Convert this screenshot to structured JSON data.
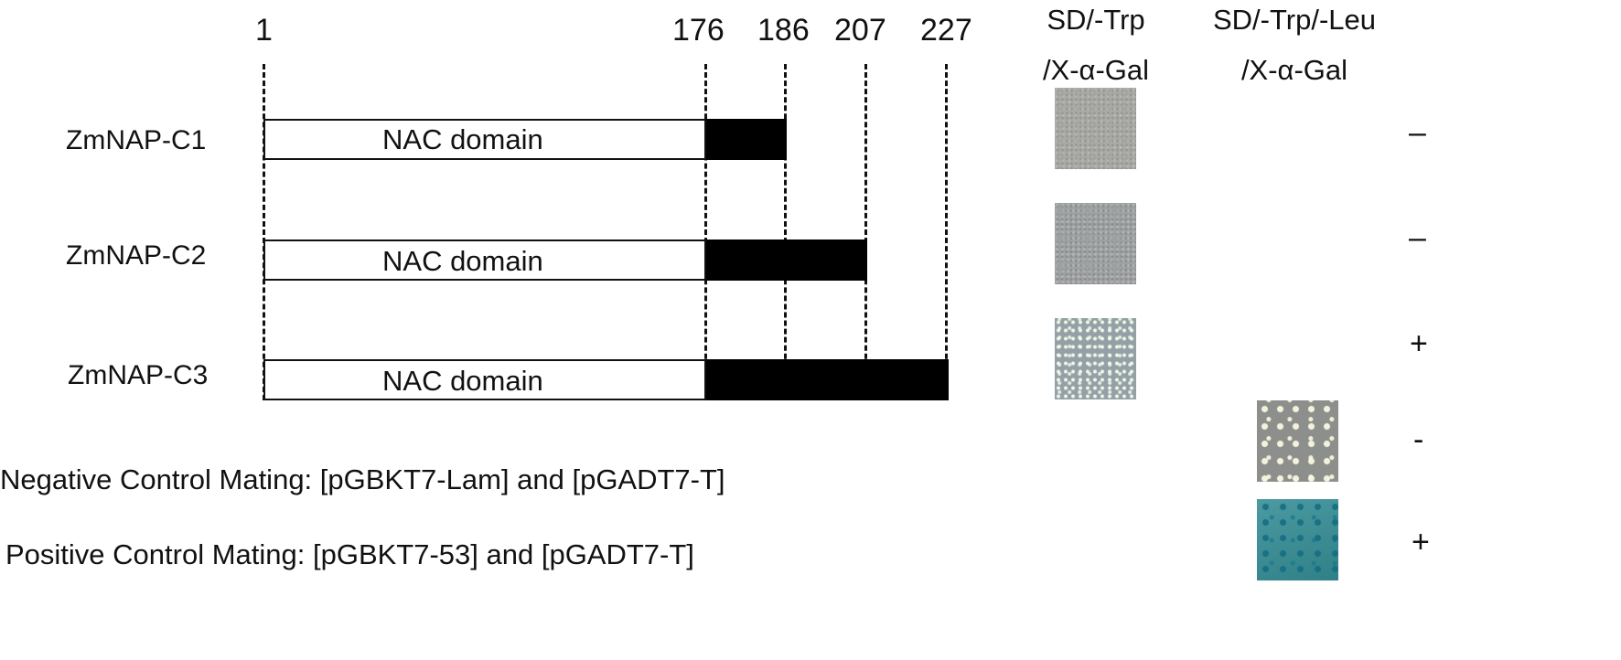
{
  "positions": [
    "1",
    "176",
    "186",
    "207",
    "227"
  ],
  "columns": {
    "col1": {
      "line1": "SD/-Trp",
      "line2": "/X-α-Gal"
    },
    "col2": {
      "line1": "SD/-Trp/-Leu",
      "line2": "/X-α-Gal"
    }
  },
  "constructs": [
    {
      "name": "ZmNAP-C1",
      "domain": "NAC   domain",
      "end_position": "186",
      "result": "–"
    },
    {
      "name": "ZmNAP-C2",
      "domain": "NAC   domain",
      "end_position": "207",
      "result": "–"
    },
    {
      "name": "ZmNAP-C3",
      "domain": "NAC   domain",
      "end_position": "227",
      "result": "+"
    }
  ],
  "controls": [
    {
      "label": "Negative Control Mating: [pGBKT7-Lam] and [pGADT7-T]",
      "result": "-"
    },
    {
      "label": "Positive Control Mating: [pGBKT7-53] and [pGADT7-T]",
      "result": "+"
    }
  ],
  "colors": {
    "plate_grey": "#a9aaa6",
    "plate_speckled": "#9aa3a6",
    "plate_negative": "#8c8f8b",
    "plate_positive": "#3f8e96"
  }
}
